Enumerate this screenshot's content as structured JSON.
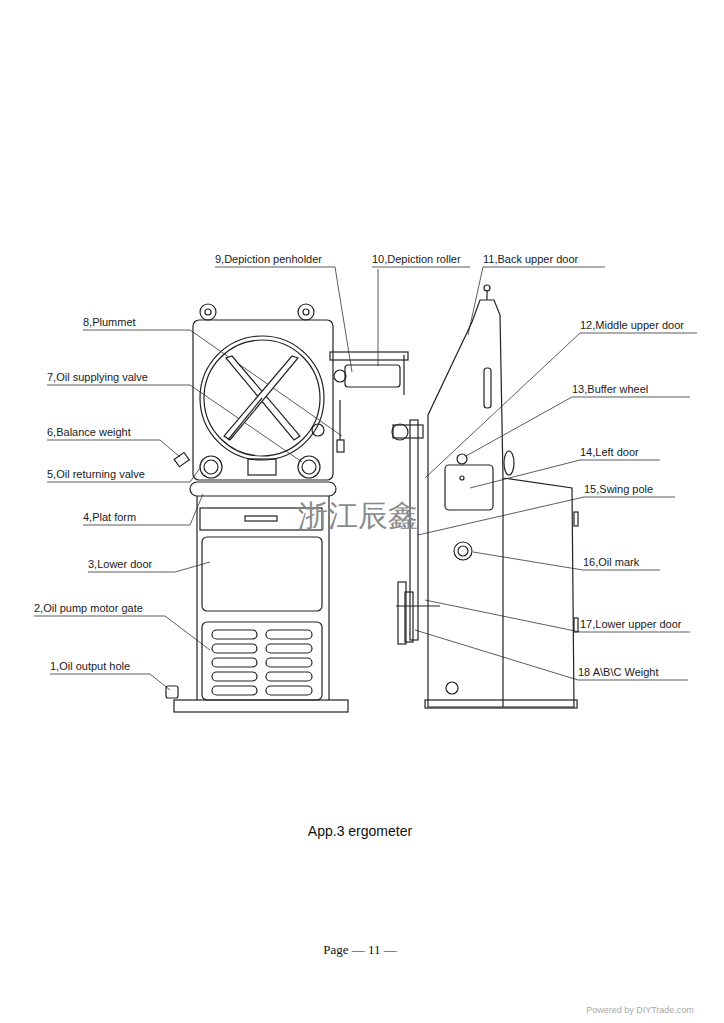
{
  "diagram": {
    "caption": "App.3 ergometer",
    "labels": [
      "9,Depiction penholder",
      "10,Depiction roller",
      "11,Back upper door",
      "8,Plummet",
      "12,Middle upper door",
      "7,Oil supplying valve",
      "13,Buffer wheel",
      "6,Balance weight",
      "14,Left door",
      "5,Oil returning valve",
      "15,Swing pole",
      "4,Plat form",
      "16,Oil mark",
      "3,Lower door",
      "17,Lower upper door",
      "2,Oil pump motor gate",
      "18 A\\B\\C Weight",
      "1,Oil output hole",
      "浙江辰鑫",
      "Page — 11 —",
      "Powered by DIYTrade.com"
    ]
  }
}
